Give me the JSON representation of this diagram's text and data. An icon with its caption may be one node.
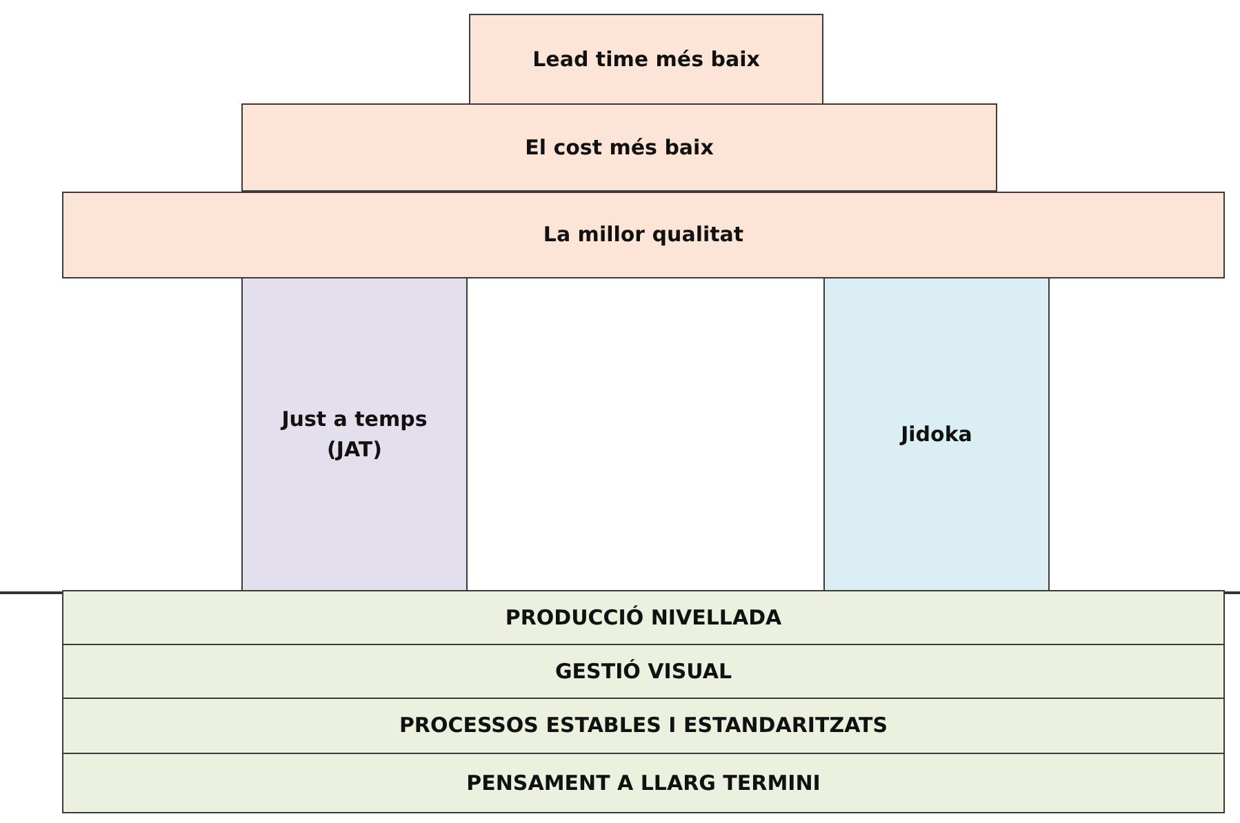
{
  "diagram": {
    "nodes": [
      {
        "text": [
          "Lead time més baix"
        ]
      },
      {
        "text": [
          "El cost més baix"
        ]
      },
      {
        "text": [
          "La millor qualitat"
        ]
      },
      {
        "text": [
          "Just a temps (JAT)"
        ]
      },
      {
        "text": [
          "Jidoka"
        ]
      },
      {
        "text": [
          "PRODUCCIÓ NIVELLADA"
        ]
      },
      {
        "text": [
          "GESTIÓ VISUAL"
        ]
      },
      {
        "text": [
          "PROCESSOS ESTABLES I ESTANDARITZATS"
        ]
      },
      {
        "text": [
          "PENSAMENT A LLARG TERMINI"
        ]
      }
    ]
  }
}
